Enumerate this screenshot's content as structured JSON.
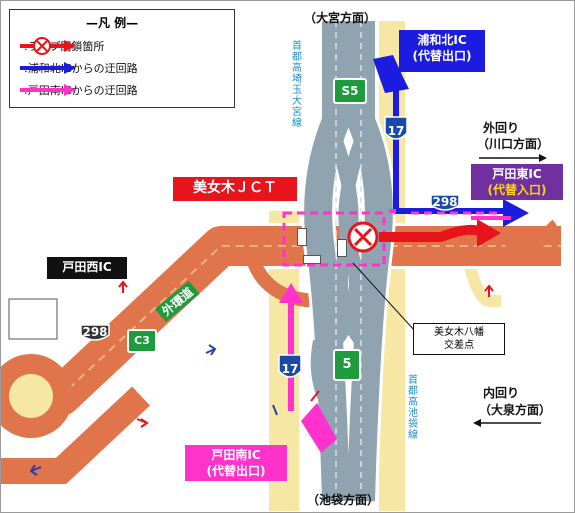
{
  "legend": {
    "title": "—凡 例—",
    "items": [
      {
        "label": ":ランプ閉鎖箇所"
      },
      {
        "label": ":浦和北ICからの迂回路"
      },
      {
        "label": ":戸田南ICからの迂回路"
      }
    ]
  },
  "directions": {
    "top": "（大宮方面）",
    "bottom": "（池袋方面）",
    "outer_1": "外回り",
    "outer_2": "（川口方面）",
    "inner_1": "内回り",
    "inner_2": "（大泉方面）"
  },
  "boxes": {
    "urawa_kita": {
      "line1": "浦和北IC",
      "line2": "(代替出口)"
    },
    "toda_higashi": {
      "line1": "戸田東IC",
      "line2": "(代替入口)"
    },
    "toda_minami": {
      "line1": "戸田南IC",
      "line2": "(代替出口)"
    },
    "toda_nishi": "戸田西IC",
    "jct": "美女木ＪＣＴ"
  },
  "route_labels": {
    "saitama_route": "首都高埼玉大宮線",
    "ikebukuro_route": "首都高池袋線",
    "gaikan": "外環道",
    "intersection_1": "美女木八幡",
    "intersection_2": "交差点"
  },
  "shields": {
    "s5": "S5",
    "c3": "C3",
    "r5": "5",
    "n17_top": "17",
    "n17_bottom": "17",
    "n298_right": "298",
    "n298_left": "298"
  },
  "colors": {
    "closed": "#e8141c",
    "urawa_detour": "#1c1ce0",
    "toda_detour": "#ff33cc",
    "expressway": "#e0744a",
    "shutoko": "#8fa3b0",
    "route_green": "#1e9b3c"
  }
}
